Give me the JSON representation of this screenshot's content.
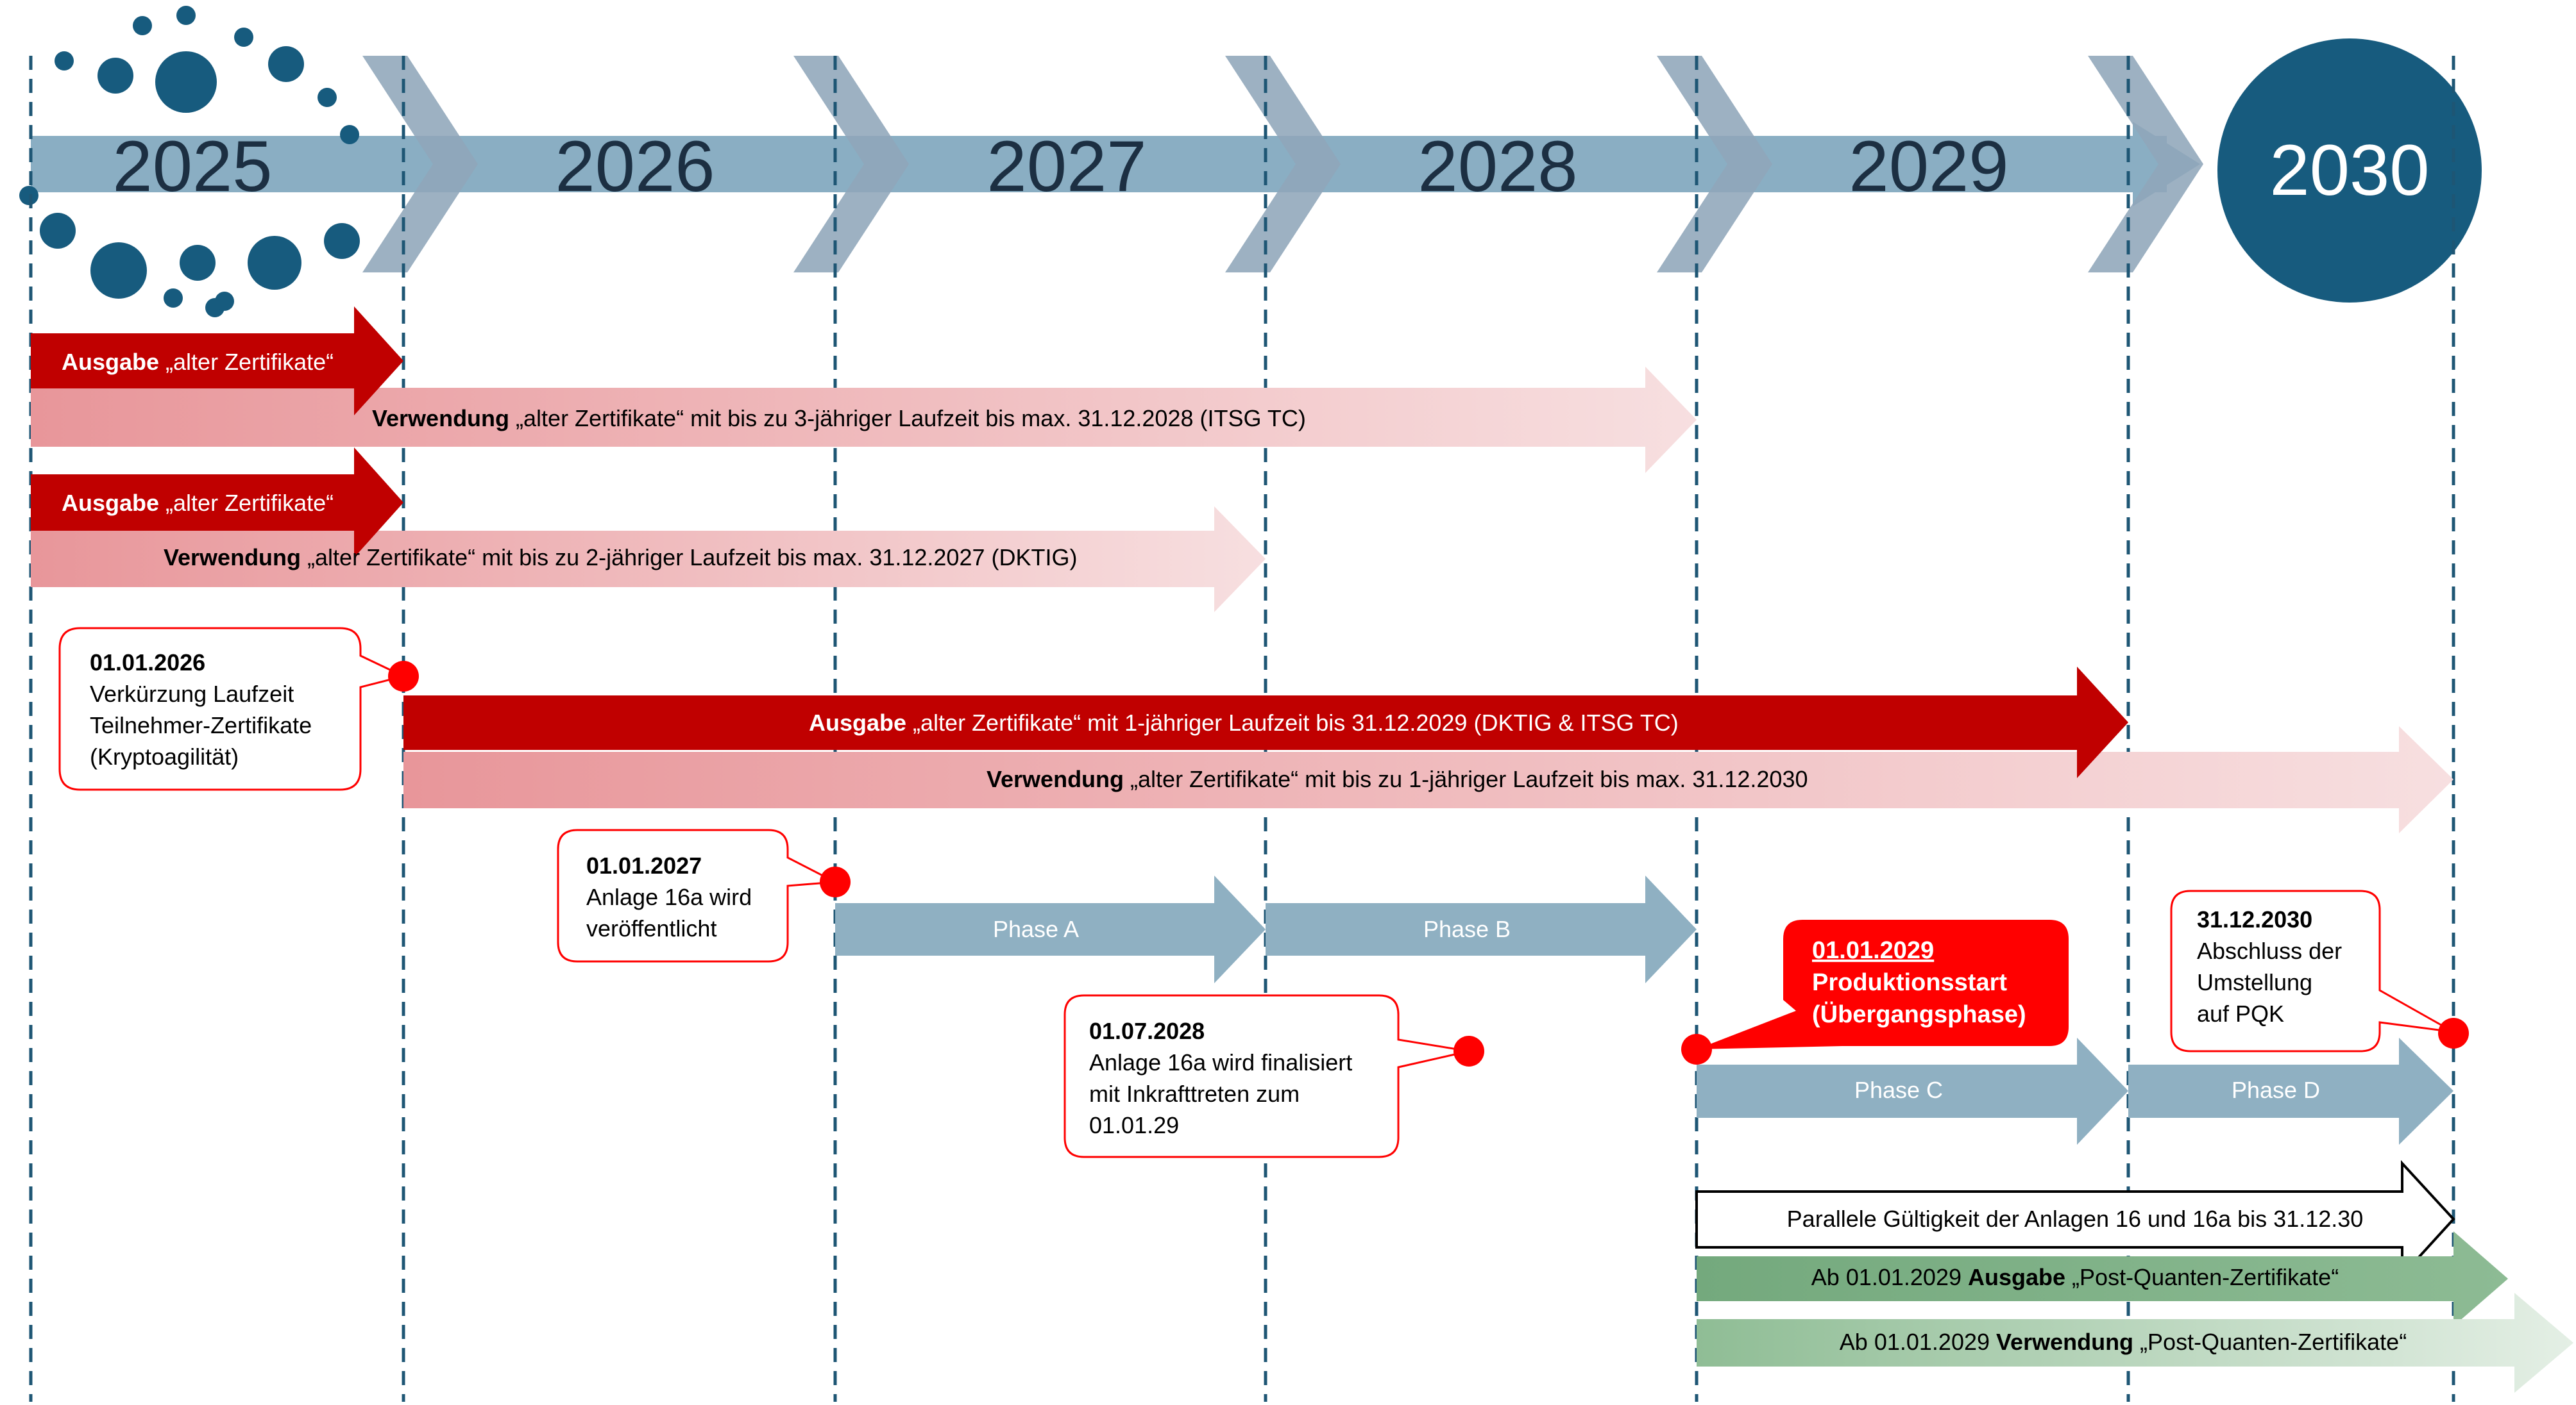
{
  "colors": {
    "dark_red": "#c00000",
    "bright_red": "#ff0000",
    "light_red_start": "#e8969a",
    "light_red_end": "#f7dcdd",
    "phase_blue": "#8fb0c2",
    "timeline_blue": "#8aaec3",
    "chevron_blue": "#9aaebf",
    "circle_navy": "#175b7e",
    "dash_navy": "#1e5674",
    "green": "#7faf87",
    "green_light": "#b7d3ba"
  },
  "timeline": {
    "years": [
      "2025",
      "2026",
      "2027",
      "2028",
      "2029"
    ],
    "final_year": "2030"
  },
  "bars": {
    "ausgabe_1": [
      "Ausgabe",
      " „alter Zertifikate“"
    ],
    "verwendung_1": [
      "Verwendung",
      " „alter Zertifikate“ mit bis zu 3-jähriger Laufzeit bis max. 31.12.2028 (ITSG TC)"
    ],
    "ausgabe_2": [
      "Ausgabe",
      " „alter Zertifikate“"
    ],
    "verwendung_2": [
      "Verwendung",
      " „alter Zertifikate“ mit bis zu 2-jähriger Laufzeit bis max. 31.12.2027 (DKTIG)"
    ],
    "ausgabe_3": [
      "Ausgabe",
      " „alter Zertifikate“ mit 1-jähriger Laufzeit bis 31.12.2029 (DKTIG & ITSG TC)"
    ],
    "verwendung_3": [
      "Verwendung",
      " „alter Zertifikate“ mit bis zu 1-jähriger Laufzeit bis max. 31.12.2030"
    ],
    "parallel": "Parallele Gültigkeit der Anlagen 16 und 16a bis 31.12.30",
    "pq_ausgabe": [
      "Ab 01.01.2029 ",
      "Ausgabe",
      " „Post-Quanten-Zertifikate“"
    ],
    "pq_verwendung": [
      "Ab 01.01.2029 ",
      "Verwendung",
      " „Post-Quanten-Zertifikate“"
    ]
  },
  "phases": [
    "Phase A",
    "Phase B",
    "Phase C",
    "Phase D"
  ],
  "callouts": {
    "c2026": [
      "01.01.2026",
      "Verkürzung Laufzeit",
      "Teilnehmer-Zertifikate",
      "(Kryptoagilität)"
    ],
    "c2027": [
      "01.01.2027",
      "Anlage 16a wird",
      "veröffentlicht"
    ],
    "c2028": [
      "01.07.2028",
      "Anlage 16a wird finalisiert",
      "mit Inkrafttreten zum",
      "01.01.29"
    ],
    "c2029": [
      "01.01.2029",
      "Produktionsstart",
      "(Übergangsphase)"
    ],
    "c2030": [
      "31.12.2030",
      "Abschluss der",
      "Umstellung",
      "auf PQK"
    ]
  }
}
